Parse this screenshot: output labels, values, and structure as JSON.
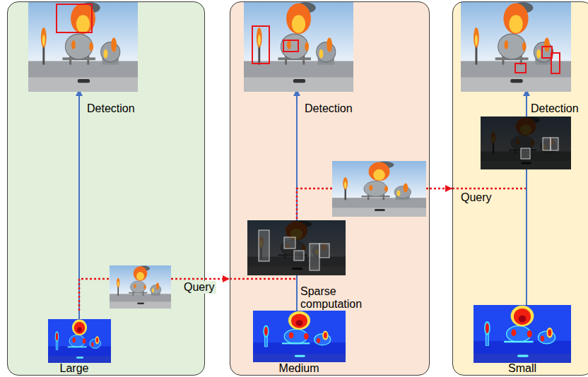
{
  "diagram": {
    "nodes": [
      {
        "text": [
          "Detection",
          "Large"
        ]
      },
      {
        "text": [
          "Detection",
          "Sparse computation",
          "Medium"
        ]
      },
      {
        "text": [
          "Detection",
          "Small"
        ]
      }
    ],
    "edges": [
      {
        "from": 0,
        "to": 1,
        "label": "Query",
        "arrow": "to"
      },
      {
        "from": 1,
        "to": 2,
        "label": "Query",
        "arrow": "to"
      }
    ]
  }
}
